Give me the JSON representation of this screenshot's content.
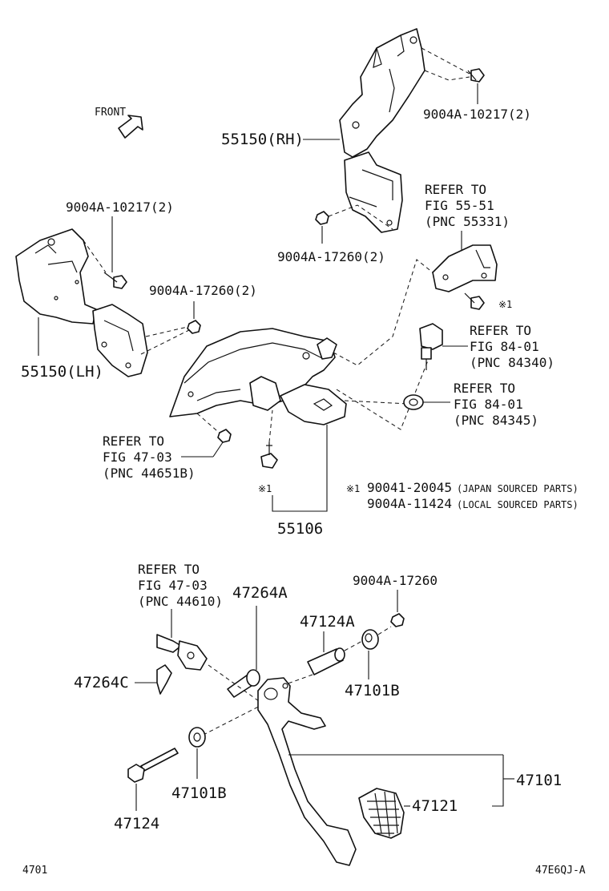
{
  "front_label": "FRONT",
  "labels": {
    "bolt_upper_right": "9004A-10217(2)",
    "bracket_rh": "55150(RH)",
    "refer_55_line1": "REFER TO",
    "refer_55_line2": "FIG 55-51",
    "refer_55_line3": "(PNC 55331)",
    "nut_upper": "9004A-17260(2)",
    "bolt_upper_left": "9004A-10217(2)",
    "nut_left": "9004A-17260(2)",
    "bracket_lh": "55150(LH)",
    "ref_mark_upper": "※1",
    "refer_84340_line1": "REFER TO",
    "refer_84340_line2": "FIG 84-01",
    "refer_84340_line3": "(PNC 84340)",
    "refer_84345_line1": "REFER TO",
    "refer_84345_line2": "FIG 84-01",
    "refer_84345_line3": "(PNC 84345)",
    "refer_44651_line1": "REFER TO",
    "refer_44651_line2": "FIG 47-03",
    "refer_44651_line3": "(PNC 44651B)",
    "ref_mark_lower": "※1",
    "note_mark": "※1",
    "note_part_japan": "90041-20045",
    "note_japan_text": "(JAPAN SOURCED PARTS)",
    "note_part_local": "9004A-11424",
    "note_local_text": "(LOCAL SOURCED PARTS)",
    "support_assy": "55106",
    "refer_44610_line1": "REFER TO",
    "refer_44610_line2": "FIG 47-03",
    "refer_44610_line3": "(PNC 44610)",
    "pin_47264a": "47264A",
    "nut_lower": "9004A-17260",
    "collar_47124a": "47124A",
    "clip_47264c": "47264C",
    "bush_upper": "47101B",
    "pedal_assy": "47101",
    "bush_lower": "47101B",
    "pad_47121": "47121",
    "bolt_47124": "47124",
    "footer_left": "4701",
    "footer_right": "47E6QJ-A"
  }
}
